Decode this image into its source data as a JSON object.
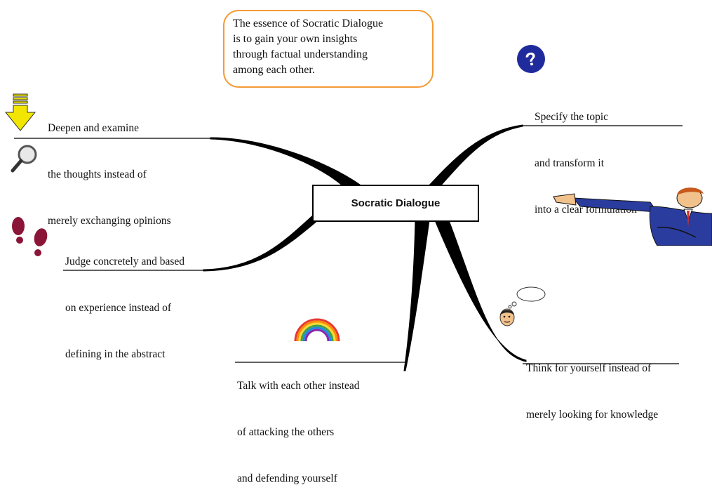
{
  "center": {
    "label": "Socratic Dialogue"
  },
  "callout": {
    "lines": [
      "The essence of Socratic Dialogue",
      "is to gain your own insights",
      "through factual understanding",
      "among each other."
    ]
  },
  "branches": {
    "deepen": {
      "lines": [
        "Deepen and examine",
        "the thoughts instead of",
        "merely exchanging opinions"
      ]
    },
    "specify": {
      "lines": [
        "Specify the topic",
        "and transform it",
        "into a clear formulation"
      ]
    },
    "judge": {
      "lines": [
        "Judge concretely and based",
        "on experience instead of",
        "defining in the abstract"
      ]
    },
    "talk": {
      "lines": [
        "Talk with each other instead",
        "of attacking the others",
        "and defending yourself"
      ]
    },
    "think": {
      "lines": [
        "Think for yourself instead of",
        "merely looking for knowledge"
      ]
    }
  },
  "icons": {
    "deepen": [
      "down-arrow-icon",
      "magnifier-icon"
    ],
    "specify": [
      "question-mark-icon"
    ],
    "judge": [
      "footprints-icon"
    ],
    "talk": [
      "rainbow-icon"
    ],
    "think": [
      "thinking-head-icon"
    ],
    "pointing": [
      "pointing-man-icon"
    ]
  },
  "colors": {
    "callout_border": "#f39a35",
    "question_blue": "#1f2b9c",
    "arrow_yellow": "#f2e600",
    "footprint": "#8a1538",
    "suit_blue": "#2a3c9e"
  }
}
